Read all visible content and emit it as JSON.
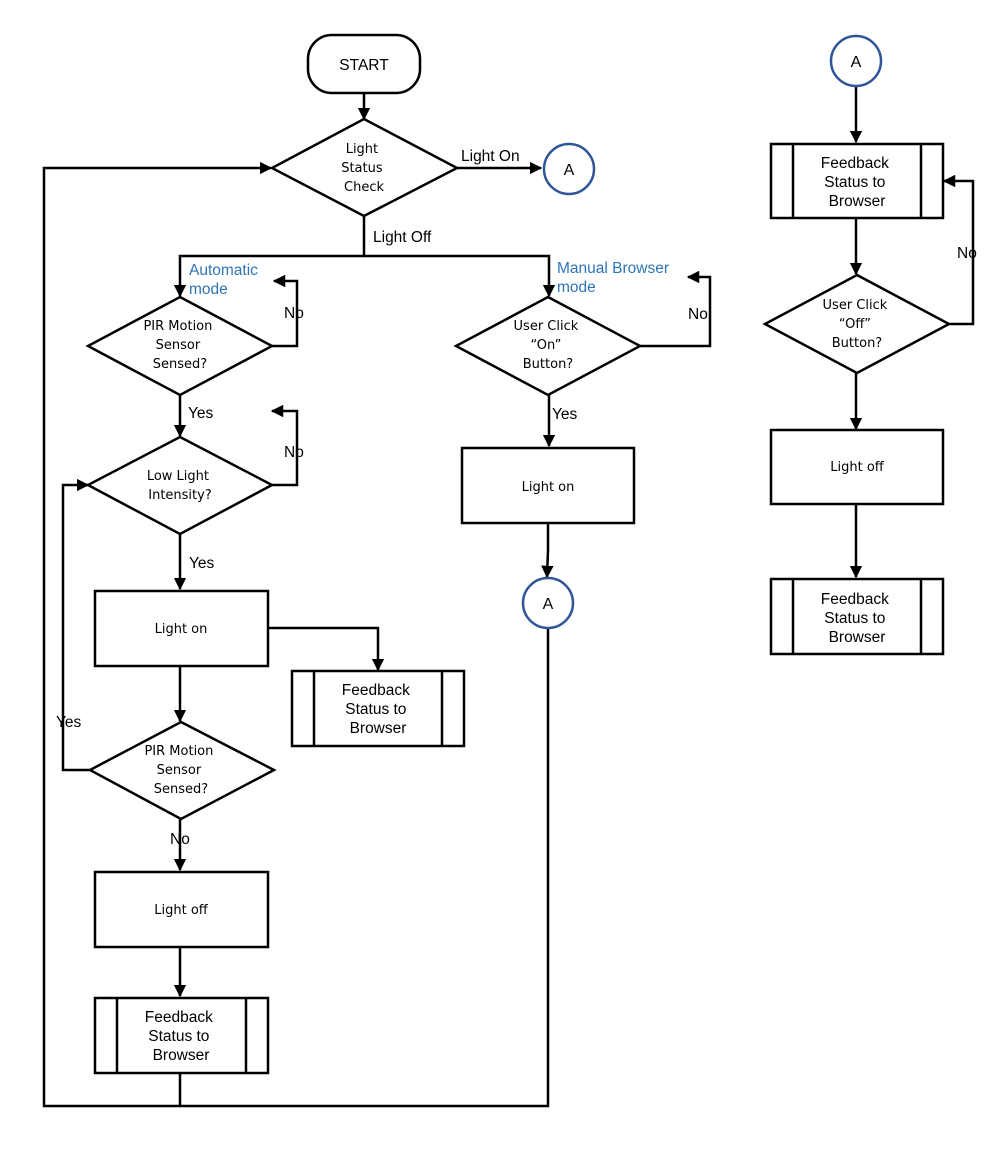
{
  "nodes": {
    "start": "START",
    "light_status_check": [
      "Light",
      "Status",
      "Check"
    ],
    "connector_label": "A",
    "pir_sensed_1": [
      "PIR Motion",
      "Sensor",
      "Sensed?"
    ],
    "low_light": [
      "Low Light",
      "Intensity?"
    ],
    "light_on_auto": "Light on",
    "feedback_auto_on": [
      "Feedback",
      "Status to",
      "Browser"
    ],
    "pir_sensed_2": [
      "PIR Motion",
      "Sensor",
      "Sensed?"
    ],
    "light_off_auto": "Light off",
    "feedback_auto_off": [
      "Feedback",
      "Status to",
      "Browser"
    ],
    "user_click_on": [
      "User Click",
      "“On”",
      "Button?"
    ],
    "light_on_manual": "Light on",
    "feedback_right_1": [
      "Feedback",
      "Status to",
      "Browser"
    ],
    "user_click_off": [
      "User Click",
      "“Off”",
      "Button?"
    ],
    "light_off_right": "Light off",
    "feedback_right_2": [
      "Feedback",
      "Status to",
      "Browser"
    ]
  },
  "edge_labels": {
    "light_on": "Light On",
    "light_off": "Light Off",
    "automatic_mode": [
      "Automatic",
      "mode"
    ],
    "manual_mode": [
      "Manual Browser",
      "mode"
    ],
    "no": "No",
    "yes": "Yes"
  },
  "colors": {
    "connector_outline": "#2f5597",
    "mode_label": "#2e75b6"
  }
}
